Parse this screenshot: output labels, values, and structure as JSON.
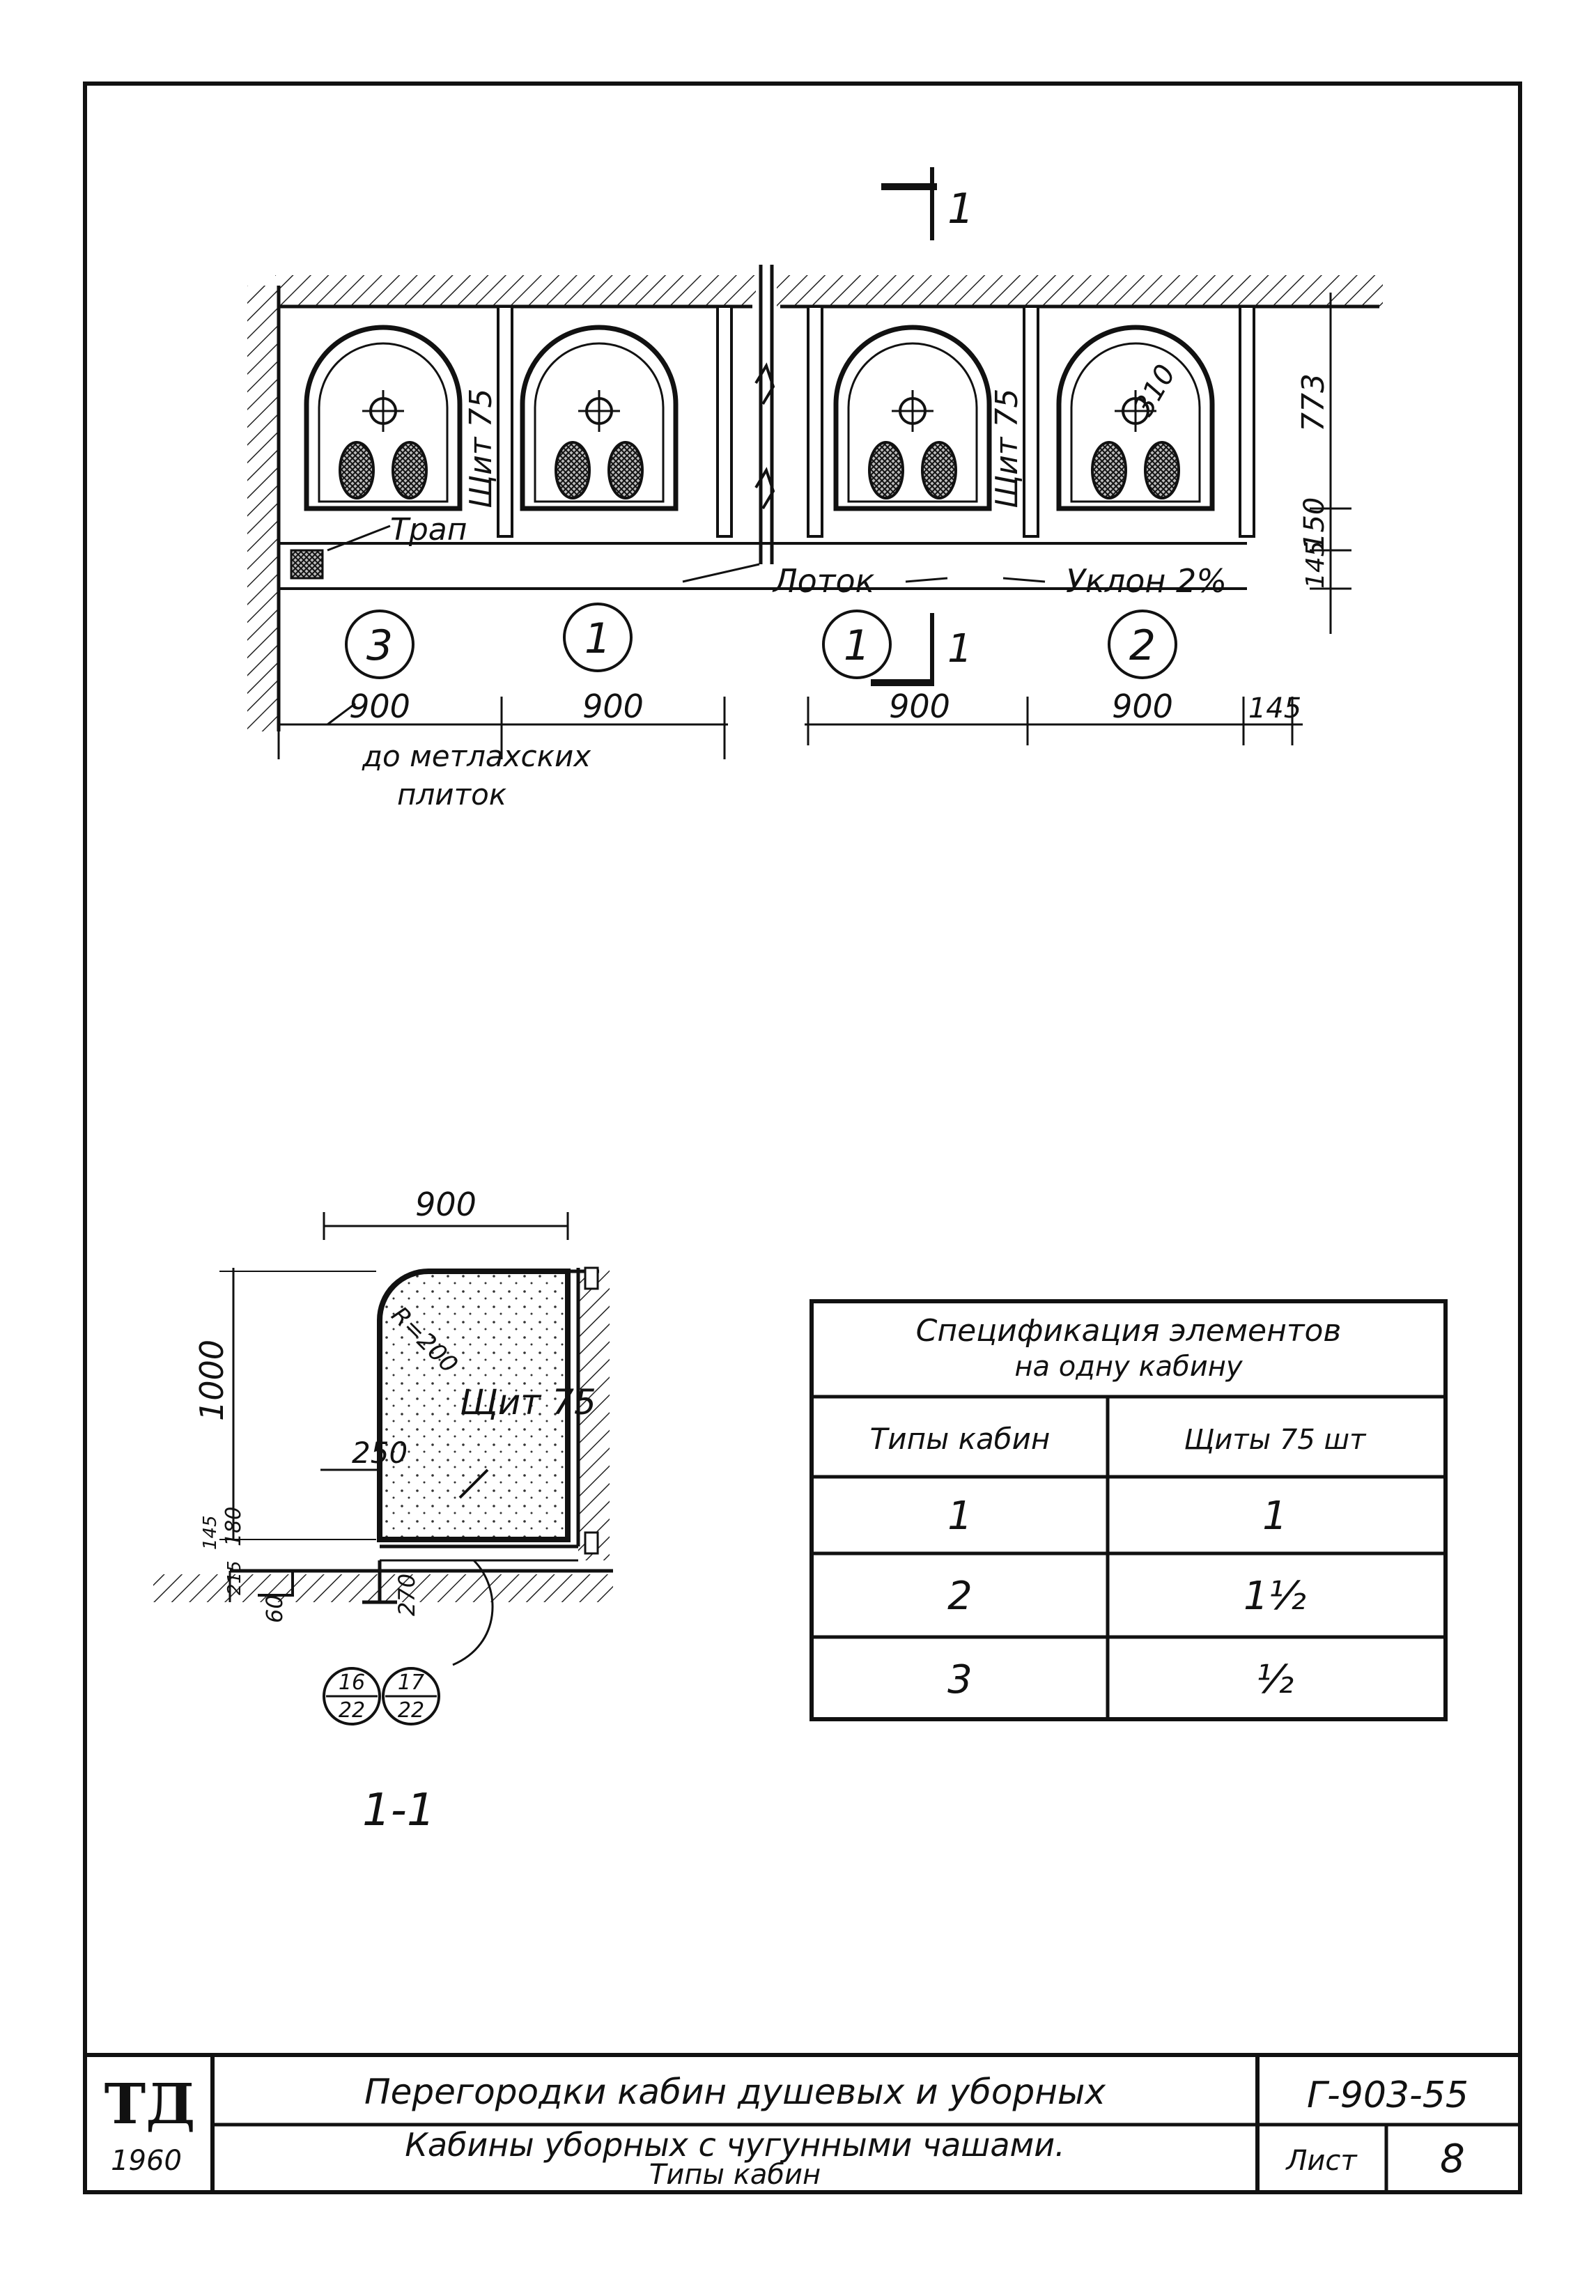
{
  "plan": {
    "section_mark": "1",
    "left_block": {
      "cabin_numbers": [
        "3",
        "1"
      ],
      "dims": [
        "900",
        "900"
      ],
      "panel_label": "Щит 75",
      "drain_label": "Трап",
      "note_line1": "до метлахских",
      "note_line2": "плиток"
    },
    "right_block": {
      "cabin_numbers": [
        "1",
        "2"
      ],
      "dims": [
        "900",
        "900",
        "145"
      ],
      "panel_label": "Щит 75",
      "radius_label": "310",
      "trough_label": "Лоток",
      "slope_label": "Уклон 2%",
      "vertical_dims": [
        "773",
        "150",
        "145"
      ]
    }
  },
  "section": {
    "title": "1-1",
    "width_dim": "900",
    "height_dim": "1000",
    "radius_label": "R=200",
    "panel_label": "Щит 75",
    "offset_dim": "250",
    "small_dims": [
      "180",
      "145",
      "215",
      "270",
      "60"
    ],
    "refs": [
      {
        "top": "16",
        "bottom": "22"
      },
      {
        "top": "17",
        "bottom": "22"
      }
    ]
  },
  "spec_table": {
    "title_line1": "Спецификация элементов",
    "title_line2": "на одну кабину",
    "col_headers": [
      "Типы кабин",
      "Щиты 75 шт"
    ],
    "rows": [
      [
        "1",
        "1"
      ],
      [
        "2",
        "1½"
      ],
      [
        "3",
        "½"
      ]
    ]
  },
  "title_block": {
    "logo": "ТД",
    "year": "1960",
    "title_line1": "Перегородки кабин душевых и уборных",
    "title_line2": "Кабины уборных с чугунными чашами.",
    "title_line3": "Типы кабин",
    "code": "Г-903-55",
    "sheet_label": "Лист",
    "sheet_number": "8"
  }
}
